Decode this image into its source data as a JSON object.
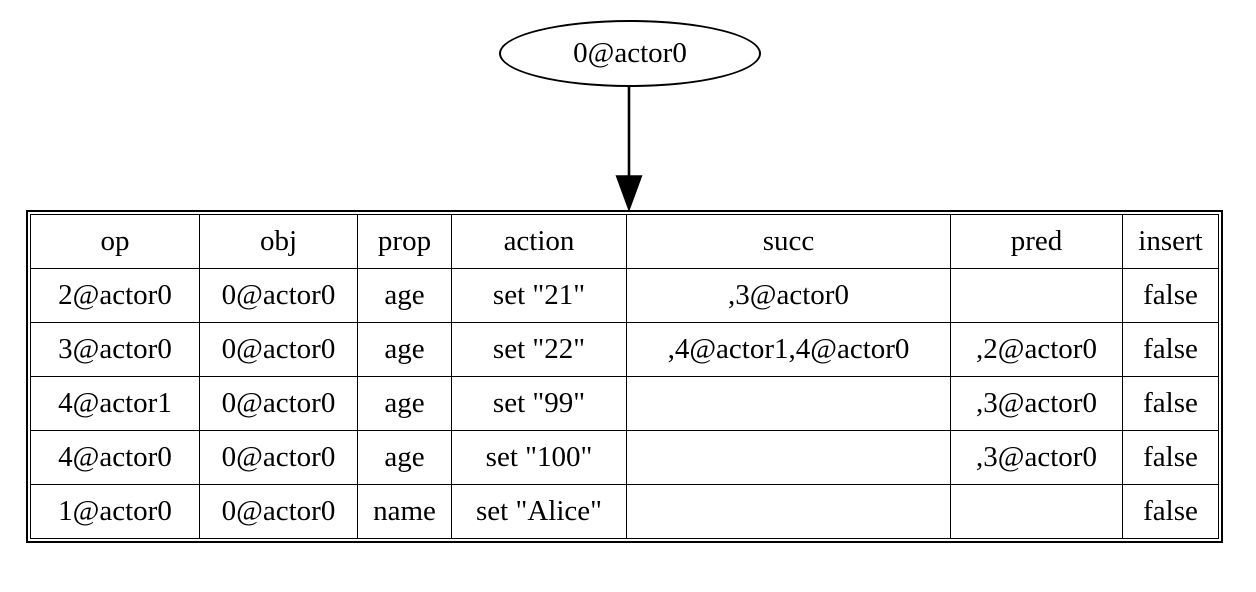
{
  "graph": {
    "node": {
      "id": "object-node",
      "label": "0@actor0"
    },
    "edge": {
      "from": "0@actor0",
      "to": "op-table",
      "arrow": "arrowhead-down-icon"
    }
  },
  "table": {
    "name": "op-table",
    "columns": [
      "op",
      "obj",
      "prop",
      "action",
      "succ",
      "pred",
      "insert"
    ],
    "rows": [
      {
        "op": "2@actor0",
        "obj": "0@actor0",
        "prop": "age",
        "action": "set \"21\"",
        "succ": ",3@actor0",
        "pred": "",
        "insert": "false"
      },
      {
        "op": "3@actor0",
        "obj": "0@actor0",
        "prop": "age",
        "action": "set \"22\"",
        "succ": ",4@actor1,4@actor0",
        "pred": ",2@actor0",
        "insert": "false"
      },
      {
        "op": "4@actor1",
        "obj": "0@actor0",
        "prop": "age",
        "action": "set \"99\"",
        "succ": "",
        "pred": ",3@actor0",
        "insert": "false"
      },
      {
        "op": "4@actor0",
        "obj": "0@actor0",
        "prop": "age",
        "action": "set \"100\"",
        "succ": "",
        "pred": ",3@actor0",
        "insert": "false"
      },
      {
        "op": "1@actor0",
        "obj": "0@actor0",
        "prop": "name",
        "action": "set \"Alice\"",
        "succ": "",
        "pred": "",
        "insert": "false"
      }
    ]
  },
  "colors": {
    "stroke": "#000000",
    "background": "#ffffff",
    "text": "#000000"
  }
}
